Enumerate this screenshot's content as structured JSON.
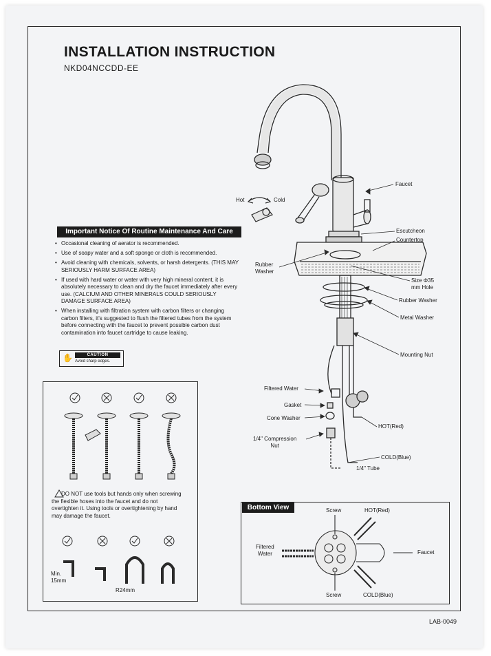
{
  "document": {
    "title": "INSTALLATION INSTRUCTION",
    "model": "NKD04NCCDD-EE",
    "doc_code": "LAB-0049"
  },
  "notice": {
    "heading": "Important Notice Of Routine Maintenance And Care",
    "items": [
      "Occasional cleaning of aerator is recommended.",
      "Use of soapy water and a soft sponge or cloth is recommended.",
      "Avoid cleaning with chemicals, solvents, or harsh detergents. (THIS MAY SERIOUSLY HARM SURFACE AREA)",
      "If used with hard water or water with very high mineral content, it is absolutely necessary to clean and dry the faucet immediately after every use. (CALCIUM AND OTHER MINERALS COULD SERIOUSLY DAMAGE SURFACE AREA)",
      "When installing with filtration system with carbon filters or changing carbon filters, it's suggested to flush the filtered tubes from the system before connecting with the faucet to prevent possible carbon dust contamination into faucet cartridge to cause leaking."
    ]
  },
  "caution": {
    "title": "CAUTION",
    "text": "Avoid sharp edges."
  },
  "hose_panel": {
    "warning": "DO NOT use tools but hands only when screwing the flexible hoses into the faucet and do not overtighten it. Using tools or overtightening by hand may damage the faucet.",
    "min_label": "Min.\n15mm",
    "radius_label": "R24mm",
    "top_row": [
      "ok",
      "no",
      "ok",
      "no"
    ],
    "bottom_row": [
      "ok",
      "no",
      "ok",
      "no"
    ]
  },
  "diagram": {
    "labels": {
      "faucet": "Faucet",
      "hot": "Hot",
      "cold": "Cold",
      "escutcheon": "Escutcheon",
      "countertop": "Countertop",
      "rubber_washer_left": "Rubber\nWasher",
      "size_hole": "Size Φ35\nmm Hole",
      "rubber_washer": "Rubber Washer",
      "metal_washer": "Metal Washer",
      "mounting_nut": "Mounting Nut",
      "filtered_water": "Filtered Water",
      "gasket": "Gasket",
      "cone_washer": "Cone Washer",
      "compression_nut": "1/4\" Compression\nNut",
      "hot_red": "HOT(Red)",
      "cold_blue": "COLD(Blue)",
      "tube": "1/4\" Tube"
    }
  },
  "bottom_view": {
    "heading": "Bottom View",
    "labels": {
      "screw_top": "Screw",
      "hot_red": "HOT(Red)",
      "filtered_water": "Filtered\nWater",
      "faucet": "Faucet",
      "screw_bottom": "Screw",
      "cold_blue": "COLD(Blue)"
    }
  }
}
